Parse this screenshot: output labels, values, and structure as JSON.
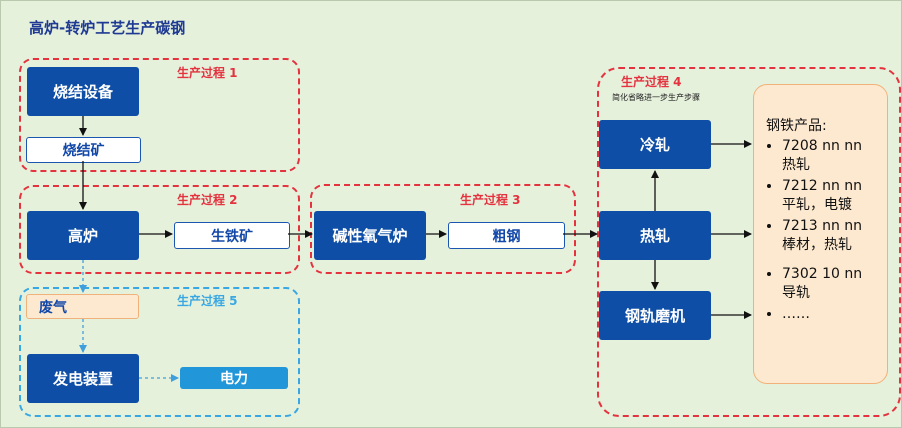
{
  "title": "高炉-转炉工艺生产碳钢",
  "groups": {
    "g1": "生产过程 1",
    "g2": "生产过程 2",
    "g3": "生产过程 3",
    "g4": "生产过程 4",
    "g4_note": "简化省略进一步生产步骤",
    "g5": "生产过程 5"
  },
  "nodes": {
    "sinter_plant": "烧结设备",
    "sinter_ore": "烧结矿",
    "blast_furnace": "高炉",
    "pig_iron": "生铁矿",
    "bof": "碱性氧气炉",
    "crude_steel": "粗钢",
    "cold_rolling": "冷轧",
    "hot_rolling": "热轧",
    "rail_mill": "钢轨磨机",
    "waste_gas": "废气",
    "power_plant": "发电装置",
    "electricity": "电力"
  },
  "products": {
    "heading": "钢铁产品:",
    "items": [
      {
        "code": "7208 nn nn",
        "desc": "热轧"
      },
      {
        "code": "7212 nn nn",
        "desc": "平轧，电镀"
      },
      {
        "code": "7213 nn nn",
        "desc": "棒材，热轧"
      },
      {
        "code": "7302 10 nn",
        "desc": "导轨"
      },
      {
        "code": "……",
        "desc": ""
      }
    ]
  },
  "colors": {
    "node": "#0e4ea6",
    "group_red": "#e4323f",
    "group_blue": "#38a7e4",
    "background": "#e6f1dc"
  }
}
